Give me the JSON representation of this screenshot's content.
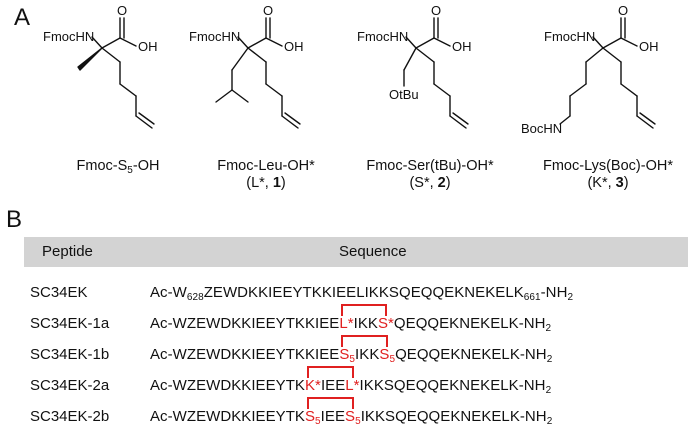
{
  "panel_a": {
    "label": "A",
    "structures": [
      {
        "id": "s5",
        "groups": [
          "FmocHN",
          "O",
          "OH"
        ],
        "name": "Fmoc-S",
        "name_sub": "5",
        "name_tail": "-OH"
      },
      {
        "id": "leu",
        "groups": [
          "FmocHN",
          "O",
          "OH"
        ],
        "name": "Fmoc-Leu-OH*",
        "code": "(L*, ",
        "num": "1",
        "close": ")"
      },
      {
        "id": "ser",
        "groups": [
          "FmocHN",
          "O",
          "OH",
          "OtBu"
        ],
        "name": "Fmoc-Ser(tBu)-OH*",
        "code": "(S*, ",
        "num": "2",
        "close": ")"
      },
      {
        "id": "lys",
        "groups": [
          "FmocHN",
          "O",
          "OH",
          "BocHN"
        ],
        "name": "Fmoc-Lys(Boc)-OH*",
        "code": "(K*, ",
        "num": "3",
        "close": ")"
      }
    ]
  },
  "panel_b": {
    "label": "B",
    "header": {
      "col1": "Peptide",
      "col2": "Sequence"
    },
    "rows": [
      {
        "name": "SC34EK",
        "seq": [
          {
            "t": "Ac-W"
          },
          {
            "t": "628",
            "sub": true
          },
          {
            "t": "ZEWDKKIEEYTKKIEELIKKSQEQQEKNEKELK"
          },
          {
            "t": "661",
            "sub": true
          },
          {
            "t": "-NH"
          },
          {
            "t": "2",
            "sub": true
          }
        ]
      },
      {
        "name": "SC34EK-1a",
        "seq": [
          {
            "t": "Ac-WZEWDKKIEEYTKKIEE"
          },
          {
            "t": "L*",
            "red": true
          },
          {
            "t": "IKK"
          },
          {
            "t": "S*",
            "red": true
          },
          {
            "t": "QEQQEKNEKELK-NH"
          },
          {
            "t": "2",
            "sub": true
          }
        ]
      },
      {
        "name": "SC34EK-1b",
        "seq": [
          {
            "t": "Ac-WZEWDKKIEEYTKKIEE"
          },
          {
            "t": "S",
            "red": true
          },
          {
            "t": "5",
            "sub": true,
            "red": true
          },
          {
            "t": "IKK"
          },
          {
            "t": "S",
            "red": true
          },
          {
            "t": "5",
            "sub": true,
            "red": true
          },
          {
            "t": "QEQQEKNEKELK-NH"
          },
          {
            "t": "2",
            "sub": true
          }
        ]
      },
      {
        "name": "SC34EK-2a",
        "seq": [
          {
            "t": "Ac-WZEWDKKIEEYTK"
          },
          {
            "t": "K*",
            "red": true
          },
          {
            "t": "IEE"
          },
          {
            "t": "L*",
            "red": true
          },
          {
            "t": "IKKSQEQQEKNEKELK-NH"
          },
          {
            "t": "2",
            "sub": true
          }
        ]
      },
      {
        "name": "SC34EK-2b",
        "seq": [
          {
            "t": "Ac-WZEWDKKIEEYTK"
          },
          {
            "t": "S",
            "red": true
          },
          {
            "t": "5",
            "sub": true,
            "red": true
          },
          {
            "t": "IEE"
          },
          {
            "t": "S",
            "red": true
          },
          {
            "t": "5",
            "sub": true,
            "red": true
          },
          {
            "t": "IKKSQEQQEKNEKELK-NH"
          },
          {
            "t": "2",
            "sub": true
          }
        ]
      }
    ]
  }
}
